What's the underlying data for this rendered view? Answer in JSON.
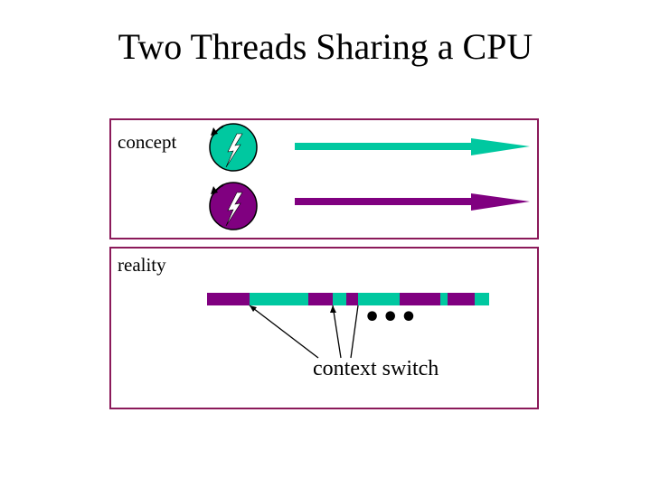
{
  "title": "Two Threads Sharing a CPU",
  "concept": {
    "label": "concept"
  },
  "reality": {
    "label": "reality",
    "ellipsis": "•••"
  },
  "annotation": {
    "context_switch": "context switch"
  },
  "colors": {
    "thread_a": "#00c8a0",
    "thread_b": "#800080",
    "frame": "#8b1a5a"
  },
  "icons": [
    "lightning-thread-icon-teal",
    "lightning-thread-icon-purple"
  ]
}
